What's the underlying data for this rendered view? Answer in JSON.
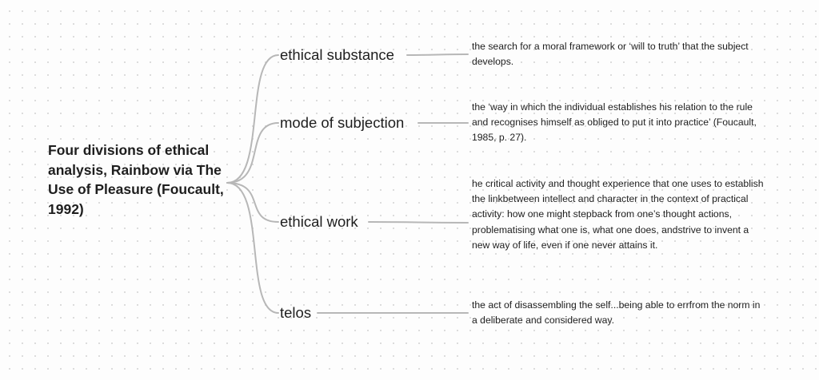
{
  "title": "Four divisions of ethical analysis, Rainbow via The Use of Pleasure (Foucault, 1992)",
  "branches": [
    {
      "label": "ethical substance",
      "description": "the search for a moral framework or ‘will to truth’ that the subject develops."
    },
    {
      "label": "mode of subjection",
      "description": "the ‘way in which the individual establishes his relation to the rule and recognises himself as obliged to put it into practice’ (Foucault, 1985, p. 27)."
    },
    {
      "label": "ethical work",
      "description": "he critical activity and thought experience that one uses to establish the linkbetween intellect and character in the context of practical activity: how one might stepback from one’s thought actions, problematising what one is, what one does, andstrive to invent a new way of life, even if one never attains it."
    },
    {
      "label": "telos",
      "description": "the act of disassembling the self...being able to errfrom the norm in a deliberate and considered way."
    }
  ],
  "colors": {
    "connector": "#b7b7b7",
    "text": "#1e1e1e",
    "grid_dot": "#d9d9d9"
  }
}
